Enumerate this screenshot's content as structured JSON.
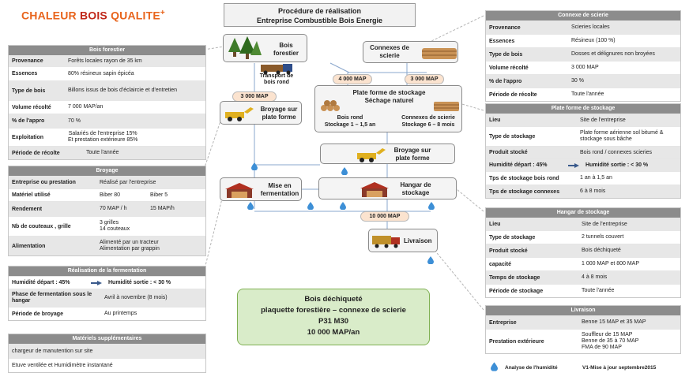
{
  "logo": {
    "part1": "CHALEUR ",
    "part2": "BOIS ",
    "part3": "QUALITE",
    "plus": "+"
  },
  "header": {
    "line1": "Procédure de réalisation",
    "line2": "Entreprise Combustible Bois Energie"
  },
  "bois_forestier": {
    "title": "Bois forestier",
    "rows": [
      {
        "k": "Provenance",
        "v": "Forêts locales rayon de 35 km"
      },
      {
        "k": "Essences",
        "v": "80% résineux sapin épicéa"
      },
      {
        "k": "Type de bois",
        "v": "Billons issus de bois d'éclaircie et d'entretien"
      },
      {
        "k": "Volume récolté",
        "v": "7 000 MAP/an"
      },
      {
        "k": "% de l'appro",
        "v": "70 %"
      },
      {
        "k": "Exploitation",
        "v": "Salariés de l'entreprise 15%\nEt prestation extérieure 85%"
      },
      {
        "k": "Période de récolte",
        "v": "Toute l'année"
      }
    ]
  },
  "broyage": {
    "title": "Broyage",
    "rows": [
      {
        "k": "Entreprise ou prestation",
        "v": "Réalisé par l'entreprise",
        "v2": ""
      },
      {
        "k": "Matériel utilisé",
        "v": "Biber 80",
        "v2": "Biber 5"
      },
      {
        "k": "Rendement",
        "v": "70 MAP / h",
        "v2": "15 MAP/h"
      },
      {
        "k": "Nb de couteaux , grille",
        "v": "3 grilles\n14 couteaux",
        "v2": ""
      },
      {
        "k": "Alimentation",
        "v": "Alimenté par un tracteur\nAlimentation par grappin",
        "v2": ""
      }
    ]
  },
  "fermentation": {
    "title": "Réalisation de la fermentation",
    "hum_depart": "Humidité départ : 45%",
    "hum_sortie": "Humidité sortie : < 30 %",
    "rows": [
      {
        "k": "Phase de fermentation sous le hangar",
        "v": "Avril à novembre (8 mois)"
      },
      {
        "k": "Période de broyage",
        "v": "Au printemps"
      }
    ]
  },
  "materiels": {
    "title": "Matériels supplémentaires",
    "rows": [
      "chargeur de manutention sur site",
      "Etuve ventilée et  Humidimètre instantané"
    ]
  },
  "connexe": {
    "title": "Connexe de scierie",
    "rows": [
      {
        "k": "Provenance",
        "v": "Scieries locales"
      },
      {
        "k": "Essences",
        "v": "Résineux (100 %)"
      },
      {
        "k": "Type de bois",
        "v": "Dosses et délignures non broyées"
      },
      {
        "k": "Volume récolté",
        "v": "3 000 MAP"
      },
      {
        "k": "% de l'appro",
        "v": "30 %"
      },
      {
        "k": "Période de récolte",
        "v": "Toute l'année"
      }
    ]
  },
  "plateforme": {
    "title": "Plate forme de stockage",
    "rows": [
      {
        "k": "Lieu",
        "v": "Site de l'entreprise"
      },
      {
        "k": "Type de stockage",
        "v": "Plate forme aérienne sol bitumé & stockage sous bâche"
      },
      {
        "k": "Produit stocké",
        "v": "Bois rond / connexes scieries"
      }
    ],
    "hum_depart": "Humidité départ : 45%",
    "hum_sortie": "Humidité sortie : < 30 %",
    "rows2": [
      {
        "k": "Tps de stockage bois rond",
        "v": "1 an à 1,5 an"
      },
      {
        "k": "Tps de stockage connexes",
        "v": "6 à 8 mois"
      }
    ]
  },
  "hangar": {
    "title": "Hangar de stockage",
    "rows": [
      {
        "k": "Lieu",
        "v": "Site de l'entreprise"
      },
      {
        "k": "Type de stockage",
        "v": "2 tunnels couvert"
      },
      {
        "k": "Produit stocké",
        "v": "Bois déchiqueté"
      },
      {
        "k": "capacité",
        "v": "1 000 MAP et 800 MAP"
      },
      {
        "k": "Temps de stockage",
        "v": "4 à 8 mois"
      },
      {
        "k": "Période de stockage",
        "v": "Toute l'année"
      }
    ]
  },
  "livraison": {
    "title": "Livraison",
    "rows": [
      {
        "k": "Entreprise",
        "v": "Benne 15 MAP et 35 MAP"
      },
      {
        "k": "Prestation extérieure",
        "v": "Souffleur de 15 MAP\nBenne de 35 à 70 MAP\nFMA de 90 MAP"
      }
    ]
  },
  "flow": {
    "bois_forestier": "Bois\nforestier",
    "connexes": "Connexes de\nscierie",
    "transport": "Transport de\nbois rond",
    "b3000a": "3 000 MAP",
    "b4000": "4 000 MAP",
    "b3000b": "3 000 MAP",
    "broyage_left": "Broyage sur\nplate forme",
    "plateforme_title": "Plate forme de stockage\nSéchage naturel",
    "bois_rond": "Bois rond\nStockage 1 – 1,5 an",
    "connexes_stock": "Connexes de scierie\nStockage 6 – 8 mois",
    "broyage_center": "Broyage sur\nplate forme",
    "fermentation": "Mise en\nfermentation",
    "hangar": "Hangar de\nstockage",
    "b10000": "10 000 MAP",
    "livraison": "Livraison"
  },
  "summary": {
    "line1": "Bois déchiqueté",
    "line2": "plaquette forestière – connexe de scierie",
    "line3": "P31 M30",
    "line4": "10 000 MAP/an"
  },
  "legend": {
    "analyse": "Analyse de l'humidité",
    "version": "V1-Mise à jour septembre2015"
  },
  "colors": {
    "header_grey": "#8c8c8c",
    "badge_orange": "#fbe3cf",
    "summary_green": "#d9ecc9",
    "flow_line": "#8aa7cc",
    "drop_blue": "#3d8fd6"
  }
}
